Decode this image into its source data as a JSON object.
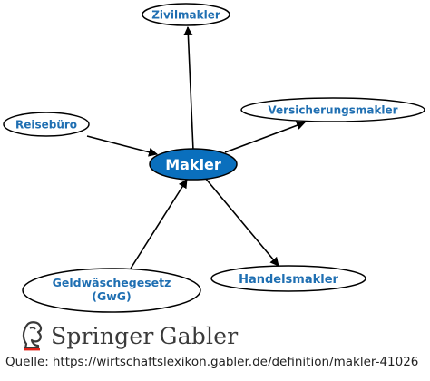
{
  "diagram": {
    "center": "Makler",
    "nodes": {
      "zivilmakler": "Zivilmakler",
      "versicherungsmakler": "Versicherungsmakler",
      "reisebuero": "Reisebüro",
      "handelsmakler": "Handelsmakler",
      "geldwaeschegesetz_line1": "Geldwäschegesetz",
      "geldwaeschegesetz_line2": "(GwG)"
    },
    "edges": [
      {
        "from": "Makler",
        "to": "Zivilmakler"
      },
      {
        "from": "Makler",
        "to": "Versicherungsmakler"
      },
      {
        "from": "Reisebüro",
        "to": "Makler"
      },
      {
        "from": "Makler",
        "to": "Handelsmakler"
      },
      {
        "from": "Geldwäschegesetz (GwG)",
        "to": "Makler"
      }
    ],
    "colors": {
      "center_fill": "#0a6fbd",
      "node_text": "#1f6fb2",
      "outline": "#000000"
    }
  },
  "brand": {
    "name": "Springer",
    "sub": "Gabler",
    "logo": "springer-horse-logo"
  },
  "source": {
    "label": "Quelle:",
    "url": "https://wirtschaftslexikon.gabler.de/definition/makler-41026"
  }
}
